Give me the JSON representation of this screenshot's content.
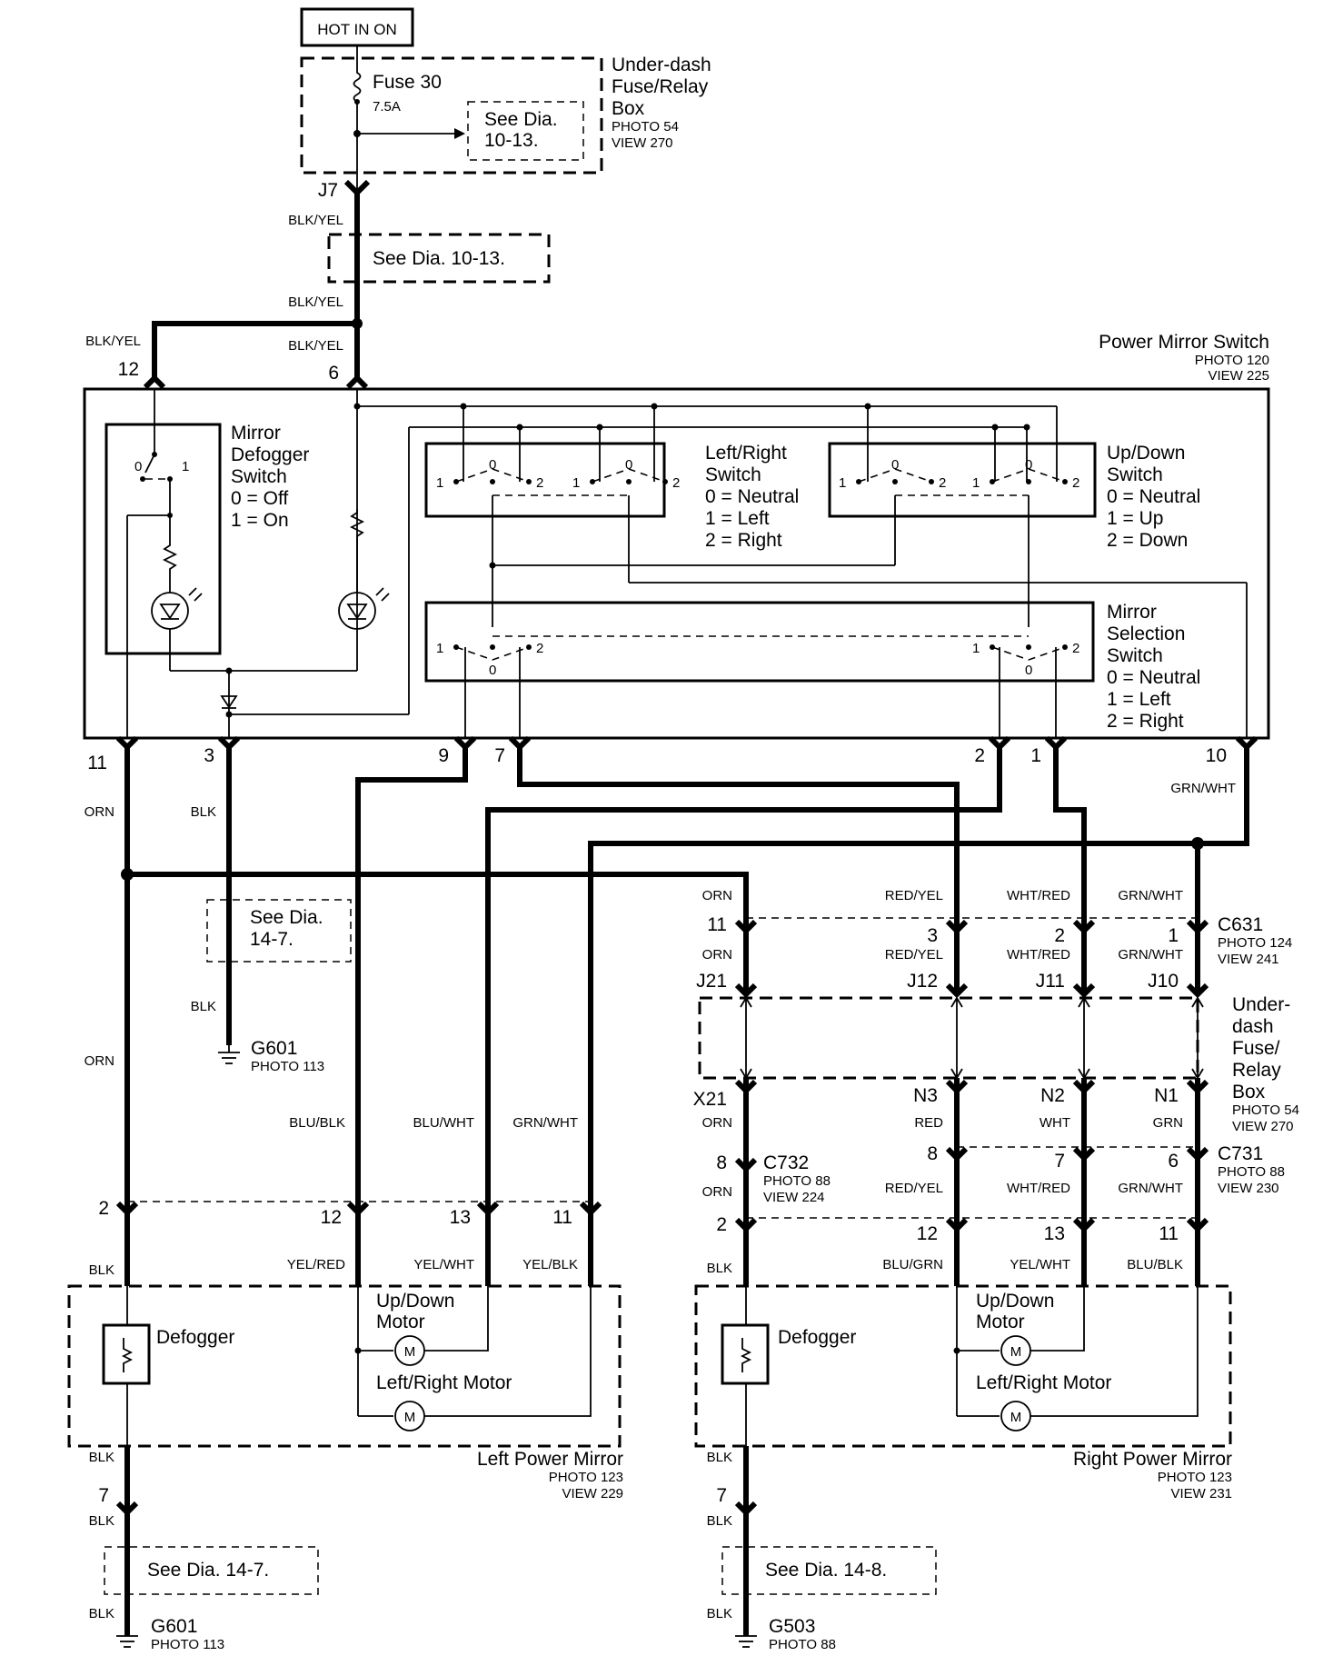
{
  "title": "HOT IN ON",
  "fuse_box": {
    "fuse": "Fuse 30",
    "rating": "7.5A",
    "see": [
      "See Dia.",
      "10-13."
    ],
    "name": [
      "Under-dash",
      "Fuse/Relay",
      "Box"
    ],
    "photo": "PHOTO 54",
    "view": "VIEW 270",
    "connector": "J7"
  },
  "see_10_13": "See Dia. 10-13.",
  "wires": {
    "blk_yel": "BLK/YEL",
    "orn": "ORN",
    "blk": "BLK",
    "grn_wht": "GRN/WHT",
    "red_yel": "RED/YEL",
    "wht_red": "WHT/RED",
    "blu_blk": "BLU/BLK",
    "blu_wht": "BLU/WHT",
    "yel_red": "YEL/RED",
    "yel_wht": "YEL/WHT",
    "yel_blk": "YEL/BLK",
    "blu_grn": "BLU/GRN",
    "red": "RED",
    "wht": "WHT",
    "grn": "GRN"
  },
  "switch": {
    "name": "Power Mirror Switch",
    "photo": "PHOTO 120",
    "view": "VIEW 225",
    "pins": [
      "12",
      "6",
      "11",
      "3",
      "9",
      "7",
      "2",
      "1",
      "10"
    ],
    "defogger": [
      "Mirror",
      "Defogger",
      "Switch",
      "0 =  Off",
      "1 =  On"
    ],
    "left_right": [
      "Left/Right",
      "Switch",
      "0 =  Neutral",
      "1 =  Left",
      "2 =  Right"
    ],
    "up_down": [
      "Up/Down",
      "Switch",
      "0 =  Neutral",
      "1 =  Up",
      "2 =  Down"
    ],
    "selection": [
      "Mirror",
      "Selection",
      "Switch",
      "0 =  Neutral",
      "1 =  Left",
      "2 =  Right"
    ],
    "positions": [
      "0",
      "1",
      "2"
    ]
  },
  "see_14_7": [
    "See Dia.",
    "14-7."
  ],
  "ground_g601": {
    "name": "G601",
    "photo": "PHOTO 113"
  },
  "ground_g503": {
    "name": "G503",
    "photo": "PHOTO 88"
  },
  "c631": {
    "name": "C631",
    "photo": "PHOTO 124",
    "view": "VIEW 241",
    "pins": [
      "11",
      "3",
      "2",
      "1"
    ]
  },
  "underdash2": {
    "name": [
      "Under-",
      "dash",
      "Fuse/",
      "Relay",
      "Box"
    ],
    "photo": "PHOTO 54",
    "view": "VIEW 270",
    "top": [
      "J21",
      "J12",
      "J11",
      "J10"
    ],
    "bottom": [
      "X21",
      "N3",
      "N2",
      "N1"
    ]
  },
  "c732": {
    "name": "C732",
    "photo": "PHOTO 88",
    "view": "VIEW 224",
    "pin": "8"
  },
  "c731": {
    "name": "C731",
    "photo": "PHOTO 88",
    "view": "VIEW 230",
    "pins": [
      "8",
      "7",
      "6"
    ]
  },
  "left_mirror": {
    "name": "Left Power Mirror",
    "photo": "PHOTO 123",
    "view": "VIEW 229",
    "pins": [
      "2",
      "12",
      "13",
      "11",
      "7"
    ],
    "defogger": "Defogger",
    "updown": [
      "Up/Down",
      "Motor"
    ],
    "leftright": "Left/Right Motor",
    "see": "See Dia. 14-7."
  },
  "right_mirror": {
    "name": "Right Power Mirror",
    "photo": "PHOTO 123",
    "view": "VIEW 231",
    "pins": [
      "2",
      "12",
      "13",
      "11",
      "7"
    ],
    "defogger": "Defogger",
    "updown": [
      "Up/Down",
      "Motor"
    ],
    "leftright": "Left/Right Motor",
    "see": "See Dia. 14-8."
  },
  "motor_letter": "M"
}
